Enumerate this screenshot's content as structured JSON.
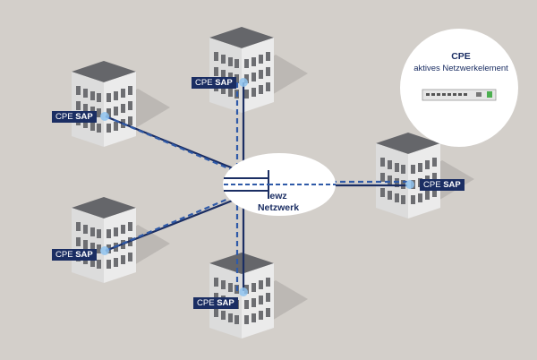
{
  "network": {
    "line1": "ewz",
    "line2": "Netzwerk"
  },
  "bubble": {
    "title": "CPE",
    "subtitle": "aktives Netzwerkelement"
  },
  "buildings": [
    {
      "cpe": "CPE",
      "sap": "SAP"
    },
    {
      "cpe": "CPE",
      "sap": "SAP"
    },
    {
      "cpe": "CPE",
      "sap": "SAP"
    },
    {
      "cpe": "CPE",
      "sap": "SAP"
    },
    {
      "cpe": "CPE",
      "sap": "SAP"
    }
  ],
  "colors": {
    "background": "#d3cfca",
    "line": "#1b2e63",
    "dashed": "#2f5aa8",
    "label_bg": "#1b2e63"
  }
}
